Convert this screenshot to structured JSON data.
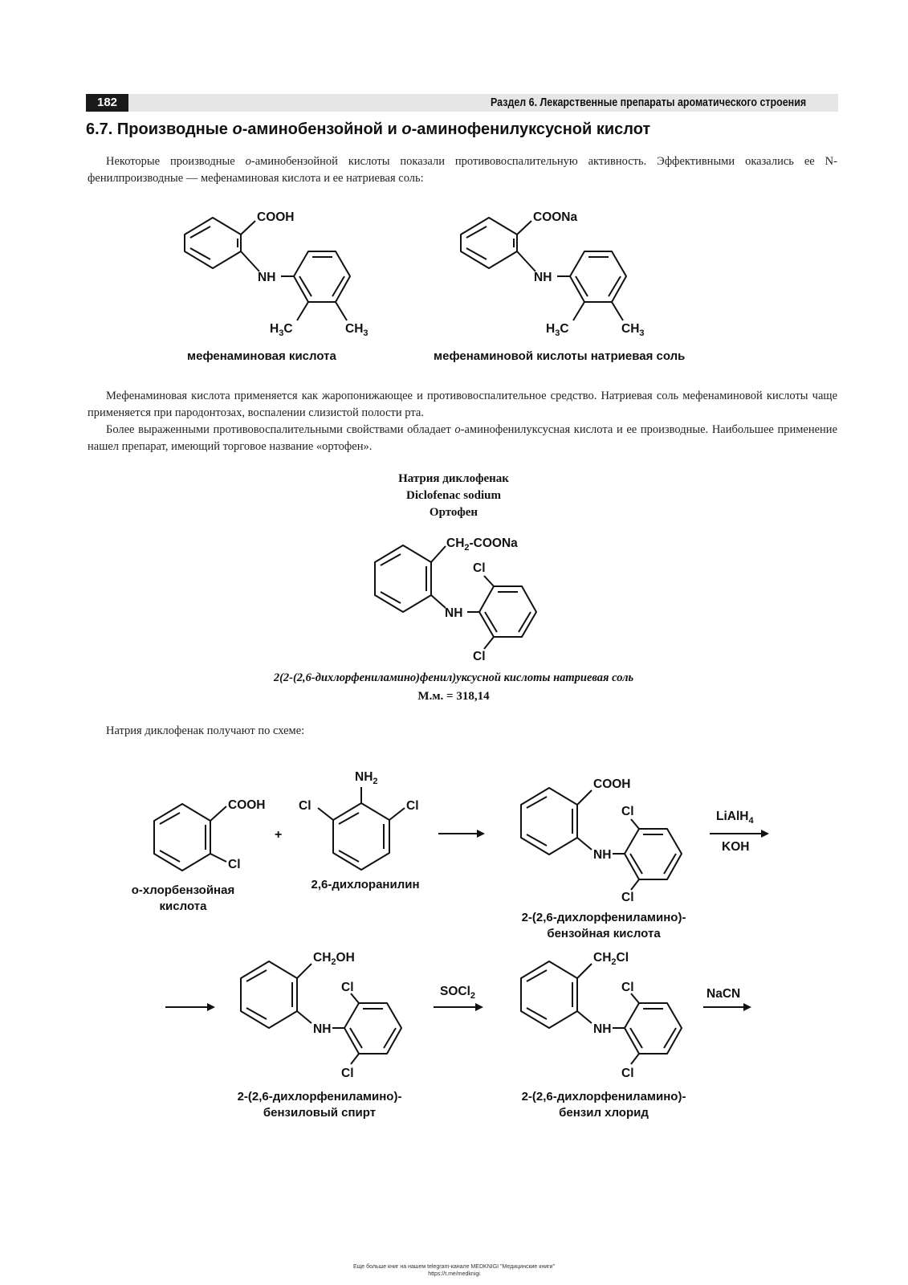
{
  "header": {
    "page_number": "182",
    "section_title": "Раздел 6. Лекарственные препараты ароматического строения"
  },
  "section_heading": {
    "pre": "6.7. Производные ",
    "o1": "о",
    "mid": "-аминобензойной и ",
    "o2": "о",
    "post": "-аминофенилуксусной кислот"
  },
  "para1": {
    "a": "Некоторые производные ",
    "o": "о",
    "b": "-аминобензойной кислоты показали противовоспалительную активность. Эффективными оказались ее N-фенилпроизводные — мефенаминовая кислота и ее натриевая соль:"
  },
  "compounds_top": [
    {
      "name": "мефенаминовая кислота",
      "group": "COOH",
      "nh": "NH",
      "me1": "H",
      "me1_sub": "3",
      "me1_end": "C",
      "me2": "CH",
      "me2_sub": "3"
    },
    {
      "name": "мефенаминовой кислоты натриевая соль",
      "group": "COONa",
      "nh": "NH",
      "me1": "H",
      "me1_sub": "3",
      "me1_end": "C",
      "me2": "CH",
      "me2_sub": "3"
    }
  ],
  "para2": "Мефенаминовая кислота применяется как жаропонижающее и противовоспалительное средство. Натриевая соль мефенаминовой кислоты чаще применяется при пародонтозах, воспалении слизистой полости рта.",
  "para3": {
    "a": "Более выраженными противовоспалительными свойствами обладает ",
    "o": "о",
    "b": "-аминофенилуксусная кислота и ее производные. Наибольшее применение нашел препарат, имеющий торговое название «ортофен»."
  },
  "diclofenac": {
    "names": [
      "Натрия диклофенак",
      "Diclofenac sodium",
      "Ортофен"
    ],
    "side_chain": {
      "a": "CH",
      "sub": "2",
      "b": "-COONa"
    },
    "cl": "Cl",
    "nh": "NH",
    "iupac": "2(2-(2,6-дихлорфениламино)фенил)уксусной кислоты натриевая соль",
    "mass": "М.м. = 318,14"
  },
  "scheme_intro": "Натрия диклофенак получают по схеме:",
  "scheme": {
    "plus": "+",
    "chlorobenzoic": {
      "group": "COOH",
      "cl": "Cl",
      "name_l1": "о-хлорбензойная",
      "name_l2": "кислота"
    },
    "dichloroaniline": {
      "nh2": "NH",
      "nh2_sub": "2",
      "cl": "Cl",
      "name": "2,6-дихлоранилин"
    },
    "acid": {
      "group": "COOH",
      "cl": "Cl",
      "nh": "NH",
      "name_l1": "2-(2,6-дихлорфениламино)-",
      "name_l2": "бензойная кислота"
    },
    "reagent1": {
      "top": "LiAlH",
      "top_sub": "4",
      "bottom": "KOH"
    },
    "alcohol": {
      "a": "CH",
      "sub": "2",
      "b": "OH",
      "cl": "Cl",
      "nh": "NH",
      "name_l1": "2-(2,6-дихлорфениламино)-",
      "name_l2": "бензиловый спирт"
    },
    "reagent2": {
      "a": "SOCl",
      "sub": "2"
    },
    "chloride": {
      "a": "CH",
      "sub": "2",
      "b": "Cl",
      "cl": "Cl",
      "nh": "NH",
      "name_l1": "2-(2,6-дихлорфениламино)-",
      "name_l2": "бензил хлорид"
    },
    "reagent3": "NaCN"
  },
  "footer": {
    "line1": "Еще больше книг на нашем telegram-канале MEDKNIGI \"Медицинские книги\"",
    "line2": "https://t.me/medknigi"
  }
}
